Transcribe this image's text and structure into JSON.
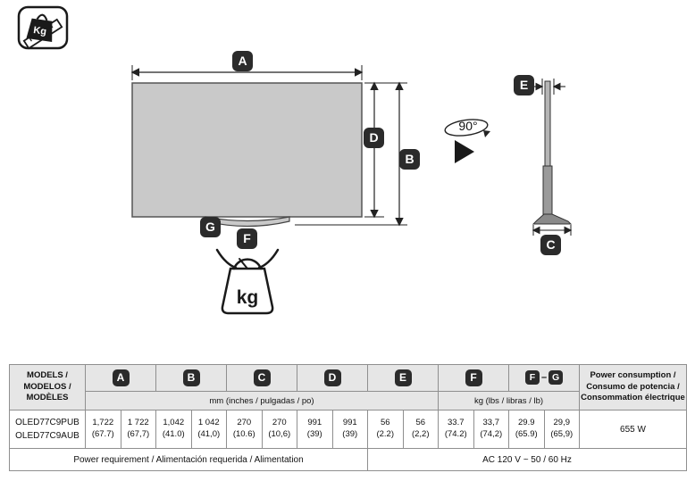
{
  "icon_box": {
    "bag_label": "Kg"
  },
  "diagram": {
    "badge_a": "A",
    "badge_b": "B",
    "badge_c": "C",
    "badge_d": "D",
    "badge_e": "E",
    "badge_f": "F",
    "badge_g": "G",
    "rotation_label": "90°",
    "scale_label": "kg"
  },
  "table": {
    "models_header": [
      "MODELS /",
      "MODELOS /",
      "MODÈLES"
    ],
    "col_badges": [
      "A",
      "B",
      "C",
      "D",
      "E",
      "F"
    ],
    "fg_badge": {
      "f": "F",
      "sep": "–",
      "g": "G"
    },
    "unit_mm": "mm (inches / pulgadas / po)",
    "unit_kg": "kg (lbs / libras / lb)",
    "power_header": [
      "Power consumption /",
      "Consumo de potencia /",
      "Consommation électrique"
    ],
    "models": [
      "OLED77C9PUB",
      "OLED77C9AUB"
    ],
    "values": [
      "1,722\n(67.7)",
      "1 722\n(67,7)",
      "1,042\n(41.0)",
      "1 042\n(41,0)",
      "270\n(10.6)",
      "270\n(10,6)",
      "991\n(39)",
      "991\n(39)",
      "56\n(2.2)",
      "56\n(2,2)",
      "33.7\n(74.2)",
      "33,7\n(74,2)",
      "29.9\n(65.9)",
      "29,9\n(65,9)"
    ],
    "power_value": "655 W",
    "footer_label": "Power requirement / Alimentación requerida / Alimentation",
    "footer_value": "AC 120 V ~ 50 / 60 Hz"
  },
  "colors": {
    "badge_bg": "#2b2b2b",
    "header_bg": "#e6e6e6",
    "tv_fill": "#c9c9c9"
  }
}
